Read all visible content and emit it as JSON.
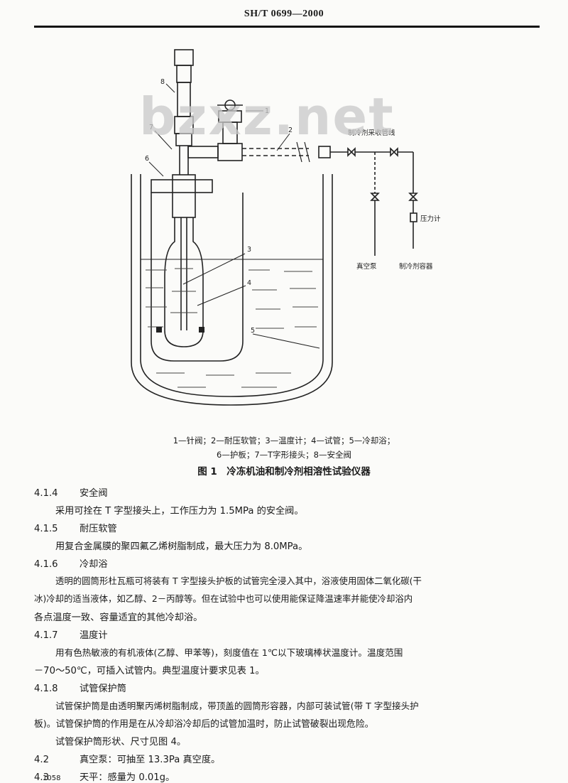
{
  "header": {
    "standard_no": "SH/T 0699—2000"
  },
  "watermark": "bzxz.net",
  "figure": {
    "labels": [
      "1",
      "2",
      "3",
      "4",
      "5",
      "6",
      "7",
      "8"
    ],
    "line_label": "制冷剂采收管线",
    "gauge_label": "压力计",
    "vacuum_label": "真空泵",
    "refrigerant_label": "制冷剂容器",
    "legend_line1": "1—针阀；2—耐压软管；3—温度计；4—试管；5—冷却浴；",
    "legend_line2": "6—护板；7—T字形接头；8—安全阀",
    "title": "图 1　冷冻机油和制冷剂相溶性试验仪器"
  },
  "sections": [
    {
      "num": "4.1.4",
      "title": "安全阀",
      "lines": [
        "采用可拴在 T 字型接头上，工作压力为 1.5MPa 的安全阀。"
      ]
    },
    {
      "num": "4.1.5",
      "title": "耐压软管",
      "lines": [
        "用复合金属膜的聚四氟乙烯树脂制成，最大压力为 8.0MPa。"
      ]
    },
    {
      "num": "4.1.6",
      "title": "冷却浴",
      "lines": [
        "透明的圆筒形杜瓦瓶可将装有 T 字型接头护板的试管完全浸入其中，浴液使用固体二氧化碳(干",
        "冰)冷却的适当液体，如乙醇、2－丙醇等。但在试验中也可以使用能保证降温速率并能使冷却浴内",
        "各点温度一致、容量适宜的其他冷却浴。"
      ]
    },
    {
      "num": "4.1.7",
      "title": "温度计",
      "lines": [
        "用有色热敏液的有机液体(乙醇、甲苯等)，刻度值在 1℃以下玻璃棒状温度计。温度范围",
        "－70～50℃，可插入试管内。典型温度计要求见表 1。"
      ]
    },
    {
      "num": "4.1.8",
      "title": "试管保护筒",
      "lines": [
        "试管保护筒是由透明聚丙烯树脂制成，带顶盖的圆筒形容器，内部可装试管(带 T 字型接头护",
        "板)。试管保护筒的作用是在从冷却浴冷却后的试管加温时，防止试管破裂出现危险。",
        "试管保护筒形状、尺寸见图 4。"
      ]
    },
    {
      "num": "4.2",
      "title": "真空泵：可抽至 13.3Pa 真空度。",
      "lines": []
    },
    {
      "num": "4.3",
      "title": "天平：感量为 0.01g。",
      "lines": []
    }
  ],
  "page_number": "1058"
}
